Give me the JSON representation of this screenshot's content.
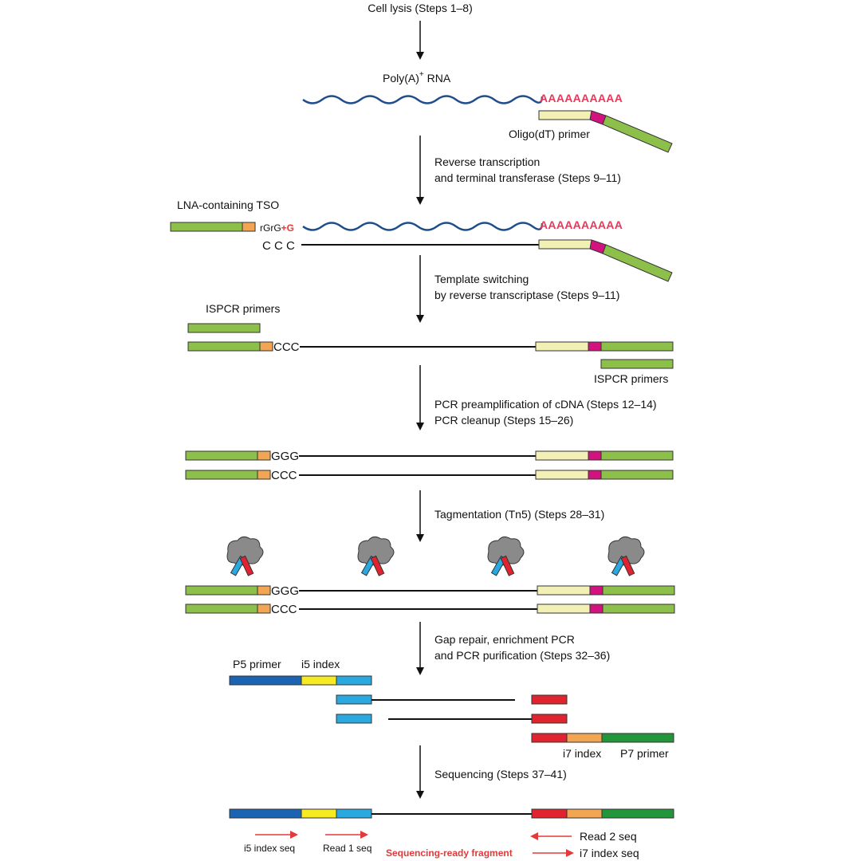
{
  "colors": {
    "green": "#8dc04a",
    "pale_yellow": "#f3f0b5",
    "magenta": "#d2127f",
    "orange": "#f2a552",
    "rna_blue": "#1f4e8c",
    "p5_blue": "#1a64b3",
    "i5_yellow": "#f6ea22",
    "cyan": "#2aa8e0",
    "red": "#e0232e",
    "dark_green": "#23953a",
    "arrow_red": "#e23a3a",
    "tn5_gray": "#8a8a8a"
  },
  "steps": {
    "s1": "Cell lysis (Steps 1–8)",
    "s2_line1": "Reverse transcription",
    "s2_line2": "and terminal transferase (Steps 9–11)",
    "s3_line1": "Template switching",
    "s3_line2": "by reverse transcriptase (Steps 9–11)",
    "s4_line1": "PCR preamplification of cDNA (Steps 12–14)",
    "s4_line2": "PCR cleanup (Steps 15–26)",
    "s5": "Tagmentation (Tn5) (Steps 28–31)",
    "s6_line1": "Gap repair, enrichment PCR",
    "s6_line2": "and PCR purification (Steps 32–36)",
    "s7": "Sequencing (Steps 37–41)"
  },
  "labels": {
    "polya_rna": "Poly(A)",
    "polya_rna_sup": "+",
    "polya_rna_suffix": " RNA",
    "polya_tail": "AAAAAAAAAA",
    "oligo_dt": "Oligo(dT) primer",
    "lna_tso": "LNA-containing TSO",
    "tso_rg": "rGrG",
    "tso_plus_g": "+G",
    "ccc_spaced": "C C C",
    "ispcr_top": "ISPCR primers",
    "ispcr_bottom": "ISPCR primers",
    "ccc": "CCC",
    "ggg": "GGG",
    "p5_primer": "P5 primer",
    "i5_index": "i5 index",
    "i7_index": "i7 index",
    "p7_primer": "P7 primer",
    "i5_index_seq": "i5 index seq",
    "read1_seq": "Read 1 seq",
    "read2_seq": "Read 2 seq",
    "i7_index_seq": "i7 index seq",
    "seq_ready": "Sequencing-ready fragment"
  }
}
